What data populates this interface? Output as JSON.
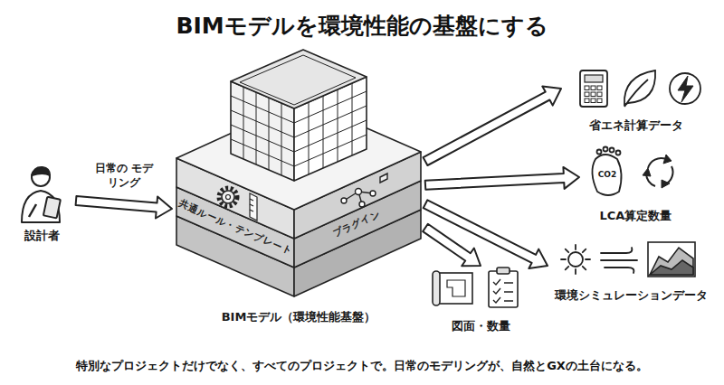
{
  "diagram": {
    "title": "BIMモデルを環境性能の基盤にする",
    "caption": "特別なプロジェクトだけでなく、すべてのプロジェクトで。日常のモデリングが、自然とGXの土台になる。",
    "nodes": [
      {
        "text": [
          "設計者"
        ]
      },
      {
        "text": [
          "BIMモデル（環境性能基盤）"
        ]
      },
      {
        "text": [
          "共通ルール・テンプレート"
        ],
        "in": 1
      },
      {
        "text": [
          "プラグイン"
        ],
        "in": 1
      },
      {
        "text": [
          "省エネ計算データ"
        ]
      },
      {
        "text": [
          "LCA算定数量"
        ]
      },
      {
        "text": [
          "環境シミュレーションデータ"
        ]
      },
      {
        "text": [
          "図面・数量"
        ]
      }
    ],
    "edges": [
      {
        "from": 0,
        "to": 1,
        "label": "日常の モデリング",
        "arrow": "to"
      },
      {
        "from": 1,
        "to": 4,
        "arrow": "to"
      },
      {
        "from": 1,
        "to": 5,
        "arrow": "to"
      },
      {
        "from": 1,
        "to": 6,
        "arrow": "to"
      },
      {
        "from": 1,
        "to": 7,
        "arrow": "to"
      }
    ],
    "labels": [
      "CO2"
    ]
  }
}
